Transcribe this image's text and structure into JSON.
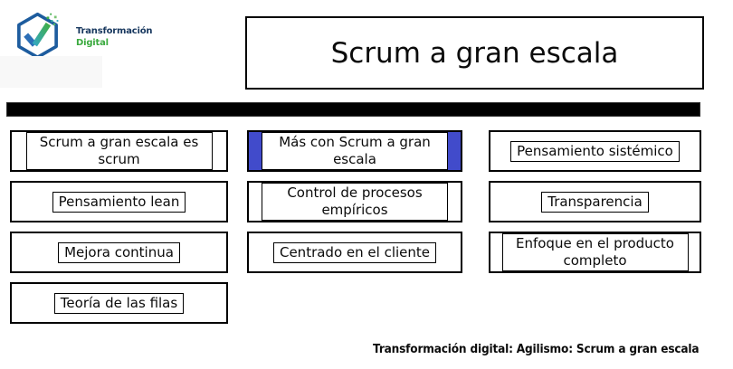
{
  "logo": {
    "brand": "Transformación",
    "sub": "Digital"
  },
  "title": {
    "text": "Scrum a gran escala"
  },
  "colors": {
    "highlight": "#414BCB",
    "logo_navy": "#17375E",
    "logo_green": "#3BAA3F",
    "hex_stroke": "#1D5C9E",
    "check_blue": "#2C6FB7",
    "check_green": "#3FAE49",
    "check_teal": "#35A8C0",
    "bar": "#000000"
  },
  "grid": {
    "cells": [
      {
        "label": "Scrum a gran escala es scrum",
        "highlighted": false
      },
      {
        "label": "Más con Scrum a gran escala",
        "highlighted": true
      },
      {
        "label": "Pensamiento sistémico",
        "highlighted": false
      },
      {
        "label": "Pensamiento lean",
        "highlighted": false
      },
      {
        "label": "Control de procesos empíricos",
        "highlighted": false
      },
      {
        "label": "Transparencia",
        "highlighted": false
      },
      {
        "label": "Mejora continua",
        "highlighted": false
      },
      {
        "label": "Centrado en el cliente",
        "highlighted": false
      },
      {
        "label": "Enfoque en el producto completo",
        "highlighted": false
      },
      {
        "label": "Teoría de las filas",
        "highlighted": false
      }
    ]
  },
  "footer": {
    "text": "Transformación digital: Agilismo: Scrum a gran escala"
  }
}
